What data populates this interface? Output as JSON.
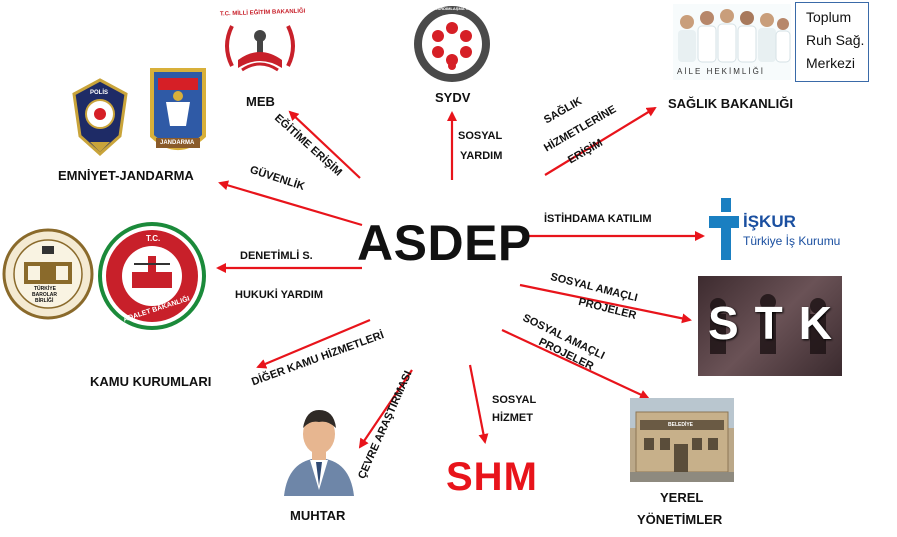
{
  "center": {
    "label": "ASDEP"
  },
  "nodes": {
    "meb": "MEB",
    "sydv": "SYDV",
    "saglik": "SAĞLIK BAKANLIĞI",
    "emniyet": "EMNİYET-JANDARMA",
    "kamu": "KAMU KURUMLARI",
    "muhtar": "MUHTAR",
    "shm": "SHM",
    "yerel_1": "YEREL",
    "yerel_2": "YÖNETİMLER"
  },
  "edges": {
    "egitim": "EĞİTİME ERİŞİM",
    "sosyal_1": "SOSYAL",
    "sosyal_2": "YARDIM",
    "saglik_1": "SAĞLIK",
    "saglik_2": "HİZMETLERİNE",
    "saglik_3": "ERİŞİM",
    "guvenlik": "GÜVENLİK",
    "istihdam": "İSTİHDAMA KATILIM",
    "denetimli": "DENETİMLİ S.",
    "hukuki": "HUKUKİ YARDIM",
    "stk_1": "SOSYAL AMAÇLI",
    "stk_2": "PROJELER",
    "yerel_1": "SOSYAL AMAÇLI",
    "yerel_2": "PROJELER",
    "diger": "DİĞER KAMU HİZMETLERİ",
    "cevre": "ÇEVRE ARAŞTIRMASI",
    "hizmet_1": "SOSYAL",
    "hizmet_2": "HİZMET"
  },
  "logos": {
    "meb_ring": "T.C. MİLLİ EĞİTİM BAKANLIĞI",
    "sydv_ring": "SOSYAL YARDIMLAŞMA VE DAYANIŞMA VAKFI",
    "aile": "AİLE HEKİMLİĞİ",
    "toplum_1": "Toplum",
    "toplum_2": "Ruh Sağ.",
    "toplum_3": "Merkezi",
    "polis": "POLİS",
    "jandarma": "JANDARMA",
    "barolar_1": "TÜRKİYE",
    "barolar_2": "BAROLAR",
    "barolar_3": "BİRLİĞİ",
    "adalet_tc": "T.C.",
    "adalet_ring": "ADALET BAKANLIĞI",
    "iskur_1": "İŞKUR",
    "iskur_2": "Türkiye İş Kurumu",
    "stk": "STK",
    "belediye": "BELEDİYE"
  },
  "colors": {
    "arrow": "#e8141b",
    "shm": "#e8141b",
    "iskur": "#1a7fc1"
  }
}
